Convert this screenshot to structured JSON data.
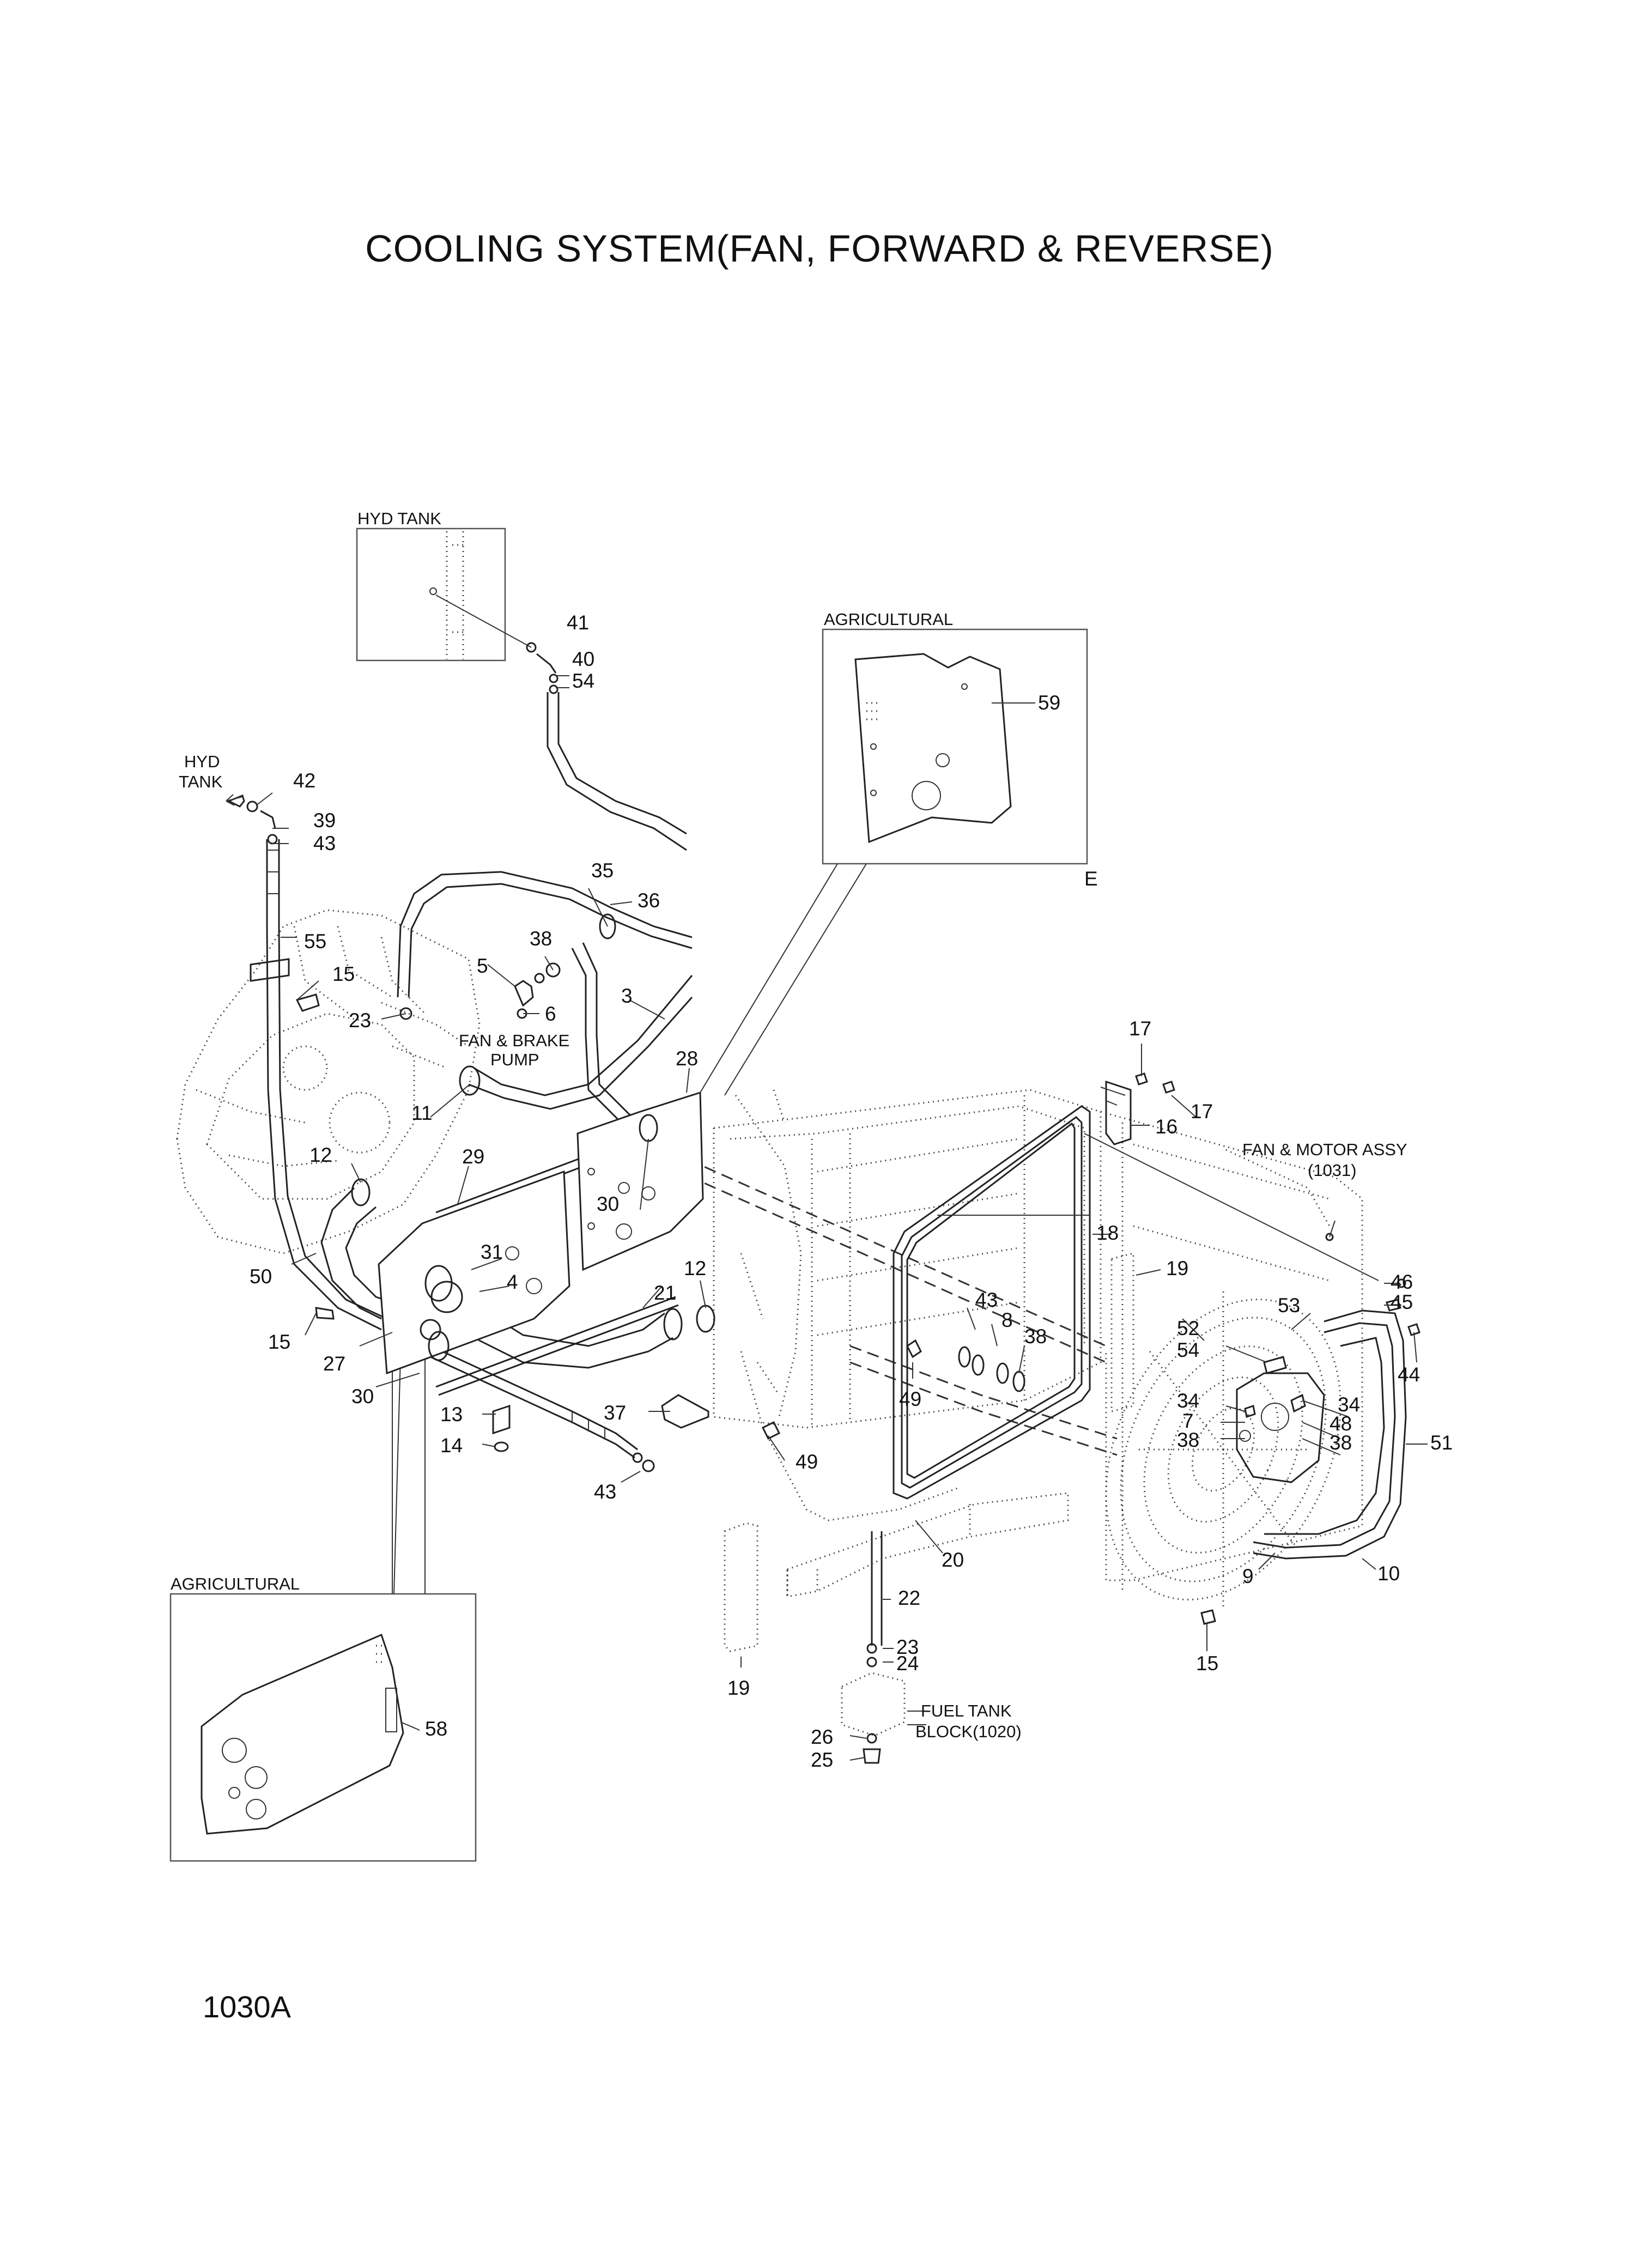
{
  "title": "COOLING SYSTEM(FAN, FORWARD & REVERSE)",
  "page_code": "1030A",
  "insets": {
    "hyd_tank_top": "HYD TANK",
    "agricultural_top": "AGRICULTURAL",
    "agricultural_bottom": "AGRICULTURAL"
  },
  "labels": {
    "hyd_tank_left_1": "HYD",
    "hyd_tank_left_2": "TANK",
    "fan_brake_pump_1": "FAN & BRAKE",
    "fan_brake_pump_2": "PUMP",
    "fan_motor_assy_1": "FAN & MOTOR ASSY",
    "fan_motor_assy_2": "(1031)",
    "fuel_tank_1": "FUEL TANK",
    "fuel_tank_2": "BLOCK(1020)",
    "edge_mark": "E"
  },
  "part_numbers": [
    "41",
    "40",
    "54",
    "42",
    "39",
    "43",
    "59",
    "35",
    "36",
    "38",
    "5",
    "6",
    "55",
    "15",
    "23",
    "3",
    "28",
    "11",
    "12",
    "29",
    "30",
    "31",
    "4",
    "50",
    "21",
    "12",
    "15",
    "27",
    "30",
    "13",
    "37",
    "14",
    "43",
    "49",
    "49",
    "20",
    "22",
    "23",
    "24",
    "19",
    "26",
    "25",
    "58",
    "17",
    "17",
    "16",
    "18",
    "19",
    "46",
    "45",
    "43",
    "8",
    "38",
    "52",
    "54",
    "53",
    "44",
    "34",
    "7",
    "38",
    "34",
    "48",
    "38",
    "51",
    "9",
    "10",
    "15"
  ]
}
